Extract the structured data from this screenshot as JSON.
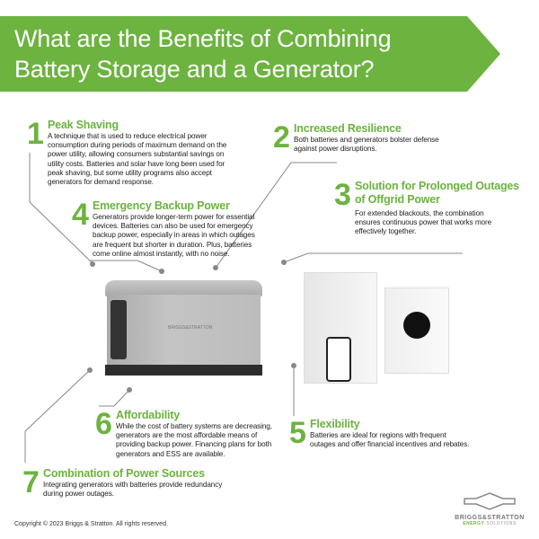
{
  "header": {
    "title_line1": "What are the Benefits of Combining",
    "title_line2": "Battery Storage and a Generator?"
  },
  "colors": {
    "accent": "#6cb33f",
    "line": "#888888"
  },
  "benefits": [
    {
      "num": "1",
      "title": "Peak Shaving",
      "text": "A technique that is used to reduce electrical power consumption during periods of maximum demand on the power utility, allowing consumers substantial savings on utility costs. Batteries and solar have long been used for peak shaving, but some utility programs also accept generators for demand response."
    },
    {
      "num": "2",
      "title": "Increased Resilience",
      "text": "Both batteries and generators bolster defense against power disruptions."
    },
    {
      "num": "3",
      "title_line1": "Solution for Prolonged Outages",
      "title_line2": "of Offgrid Power",
      "text": "For extended blackouts, the combination ensures continuous power that works more effectively together."
    },
    {
      "num": "4",
      "title": "Emergency Backup Power",
      "text": "Generators provide longer-term power for essential devices. Batteries can also be used for emergency backup power, especially in areas in which outages are frequent but shorter in duration. Plus, batteries come online almost instantly, with no noise."
    },
    {
      "num": "5",
      "title": "Flexibility",
      "text": "Batteries are ideal for regions with frequent outages and offer financial incentives and rebates."
    },
    {
      "num": "6",
      "title": "Affordability",
      "text": "While the cost of battery systems are decreasing, generators are the most affordable means of providing backup power. Financing plans for both generators and ESS are available."
    },
    {
      "num": "7",
      "title": "Combination of Power Sources",
      "text": "Integrating generators with batteries provide redundancy during power outages."
    }
  ],
  "footer": {
    "copyright": "Copyright © 2023 Briggs & Stratton. All rights reserved.",
    "brand": "BRIGGS&STRATTON",
    "brand_sub1": "ENERGY",
    "brand_sub2": "SOLUTIONS",
    "product_label": "BRIGGS&STRATTON"
  }
}
